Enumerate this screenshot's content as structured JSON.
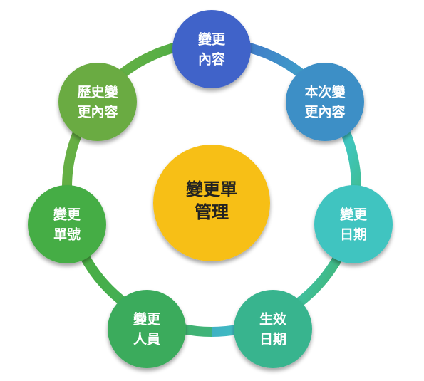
{
  "center": {
    "lines": [
      "變更單",
      "管理"
    ],
    "color": "#f7bf12"
  },
  "nodes": [
    {
      "id": "change-content",
      "lines": [
        "變更",
        "內容"
      ],
      "color": "#3f63c9"
    },
    {
      "id": "this-change-content",
      "lines": [
        "本次變",
        "更內容"
      ],
      "color": "#3d8fc6"
    },
    {
      "id": "change-date",
      "lines": [
        "變更",
        "日期"
      ],
      "color": "#3fc4c0"
    },
    {
      "id": "effective-date",
      "lines": [
        "生效",
        "日期"
      ],
      "color": "#38b48e"
    },
    {
      "id": "change-personnel",
      "lines": [
        "變更",
        "人員"
      ],
      "color": "#3aab5c"
    },
    {
      "id": "change-number",
      "lines": [
        "變更",
        "單號"
      ],
      "color": "#45ad45"
    },
    {
      "id": "history-change-content",
      "lines": [
        "歷史變",
        "更內容"
      ],
      "color": "#6aab43"
    }
  ],
  "ring": {
    "gradient": [
      "#4068c8",
      "#3fa2c9",
      "#3fc6bd",
      "#40b779",
      "#47ae47",
      "#7bb042"
    ]
  }
}
